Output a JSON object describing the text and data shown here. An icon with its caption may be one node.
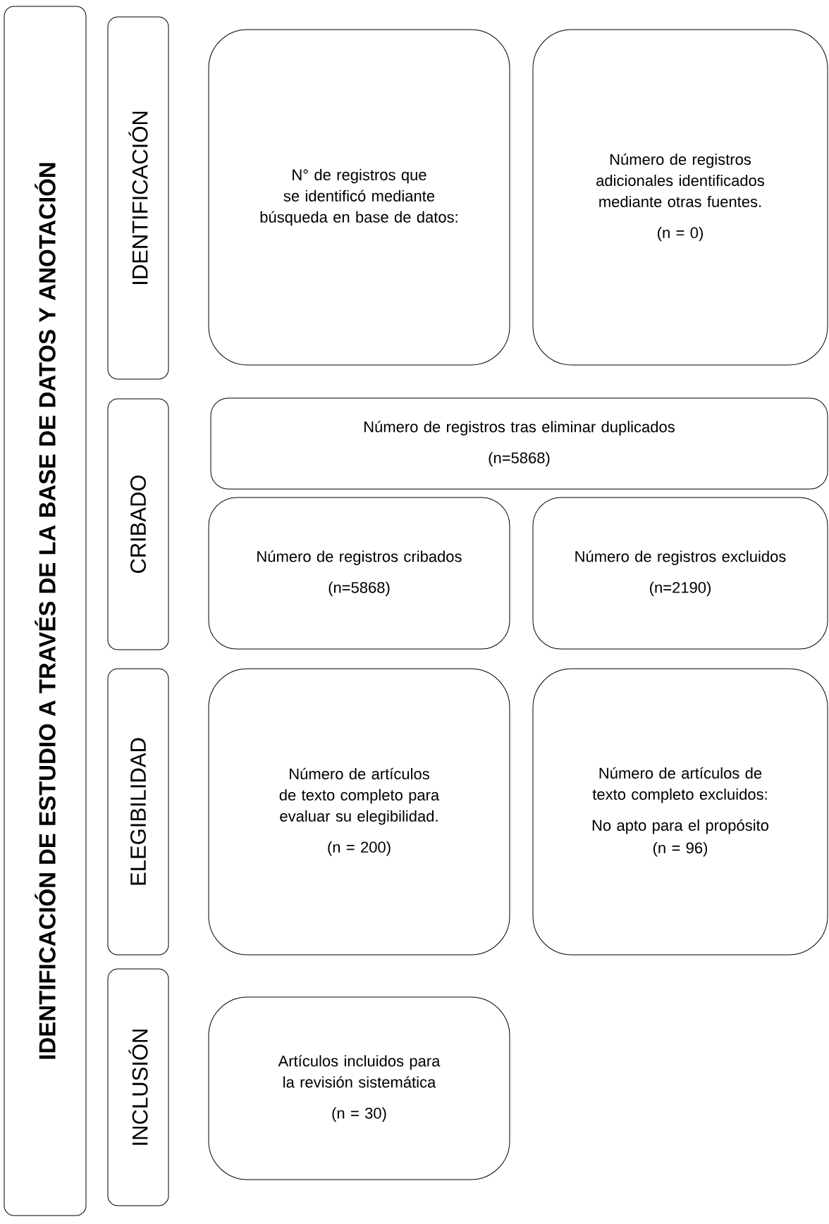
{
  "diagram": {
    "nodes": [
      {
        "text": [
          "IDENTIFICACIÓN DE ESTUDIO A TRAVÉS DE LA BASE DE DATOS Y ANOTACIÓN"
        ]
      },
      {
        "text": [
          "IDENTIFICACIÓN"
        ]
      },
      {
        "text": [
          "N° de registros que se identificó mediante búsqueda en base de datos:"
        ]
      },
      {
        "text": [
          "Número de registros adicionales identificados mediante otras fuentes.",
          "(n = 0)"
        ]
      },
      {
        "text": [
          "CRIBADO"
        ]
      },
      {
        "text": [
          "Número de registros tras eliminar duplicados",
          "(n=5868)"
        ]
      },
      {
        "text": [
          "Número de registros cribados",
          "(n=5868)"
        ]
      },
      {
        "text": [
          "Número de registros excluidos",
          "(n=2190)"
        ]
      },
      {
        "text": [
          "ELEGIBILIDAD"
        ]
      },
      {
        "text": [
          "Número de artículos de texto completo para evaluar su elegibilidad.",
          "(n = 200)"
        ]
      },
      {
        "text": [
          "Número de artículos de texto completo excluidos:",
          "No apto para el propósito",
          "(n = 96)"
        ]
      },
      {
        "text": [
          "INCLUSIÓN"
        ]
      },
      {
        "text": [
          "Artículos incluidos para la revisión sistemática",
          "(n = 30)"
        ]
      }
    ]
  }
}
